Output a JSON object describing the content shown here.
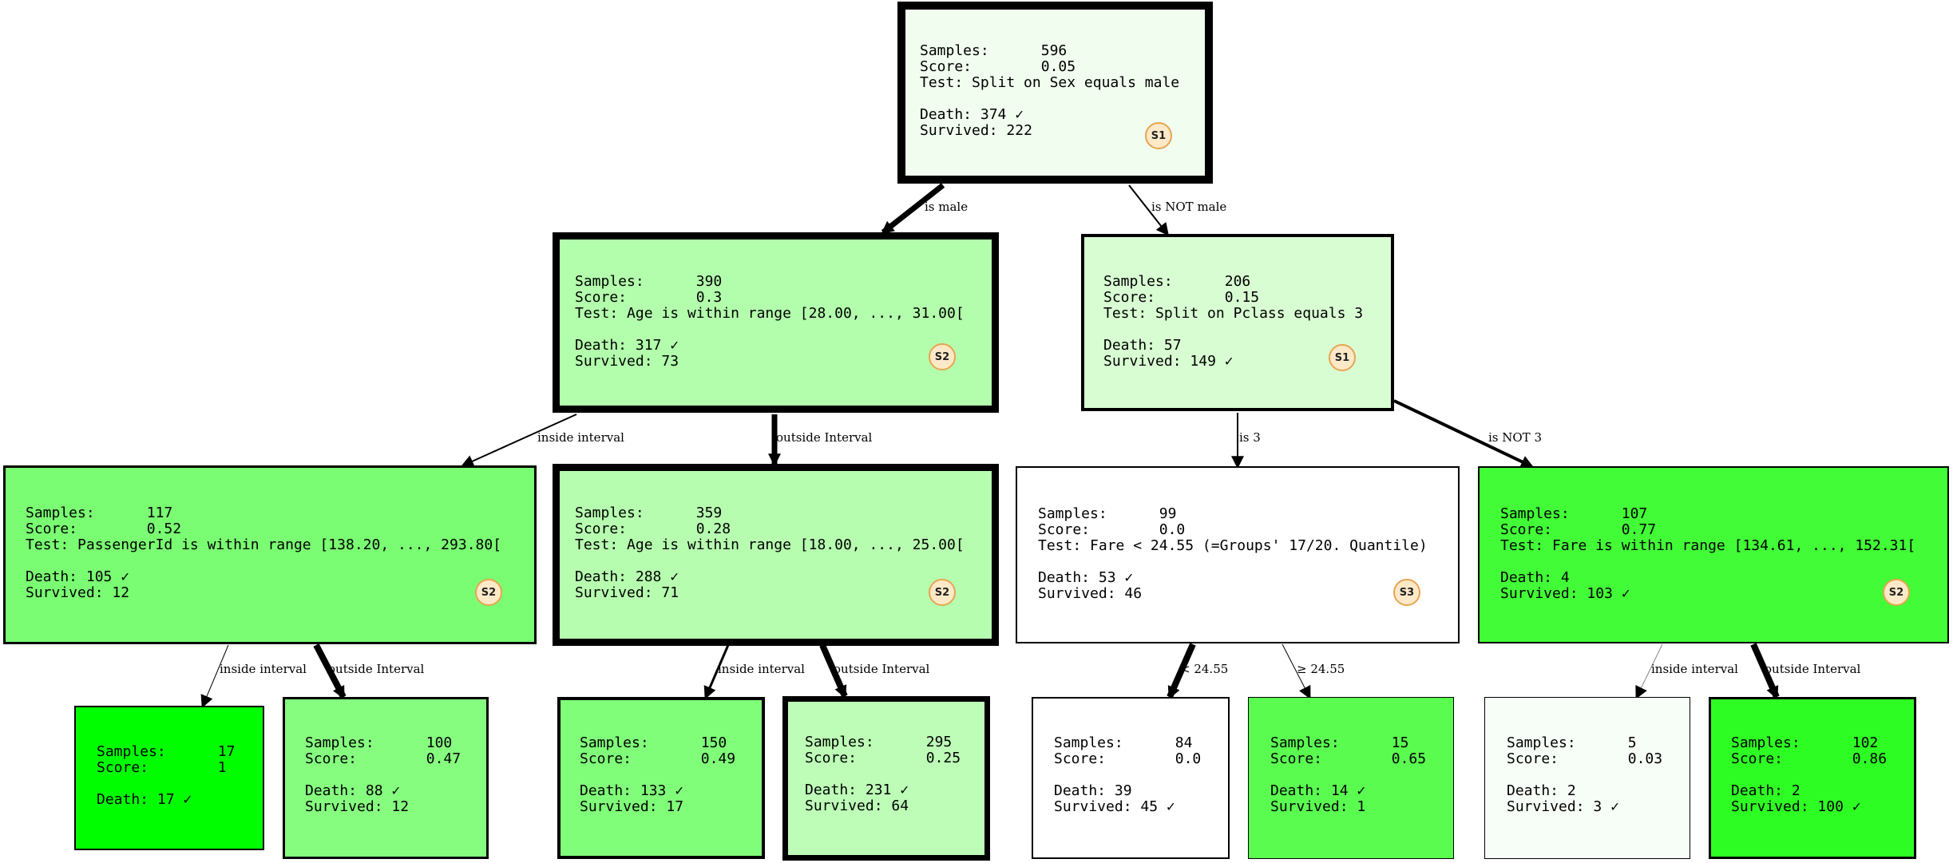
{
  "nodes": {
    "n1": {
      "samples": "596",
      "score": "0.05",
      "test": "Split on Sex equals male",
      "death": "374 ✓",
      "survived": "222",
      "badge": "S1",
      "fill": "#f1fdef"
    },
    "n2": {
      "samples": "390",
      "score": "0.3",
      "test": "Age is within range [28.00, ..., 31.00[",
      "death": "317 ✓",
      "survived": "73",
      "badge": "S2",
      "fill": "#b3feac"
    },
    "n3": {
      "samples": "206",
      "score": "0.15",
      "test": "Split on Pclass equals 3",
      "death": "57",
      "survived": "149 ✓",
      "badge": "S1",
      "fill": "#d9fdd3"
    },
    "n4": {
      "samples": "117",
      "score": "0.52",
      "test": "PassengerId is within range [138.20, ..., 293.80[",
      "death": "105 ✓",
      "survived": "12",
      "badge": "S2",
      "fill": "#7afd72"
    },
    "n5": {
      "samples": "359",
      "score": "0.28",
      "test": "Age is within range [18.00, ..., 25.00[",
      "death": "288 ✓",
      "survived": "71",
      "badge": "S2",
      "fill": "#b7fdb0"
    },
    "n6": {
      "samples": "99",
      "score": "0.0",
      "test": "Fare < 24.55 (=Groups' 17/20. Quantile)",
      "death": "53 ✓",
      "survived": "46",
      "badge": "S3",
      "fill": "#ffffff"
    },
    "n7": {
      "samples": "107",
      "score": "0.77",
      "test": "Fare is within range [134.61, ..., 152.31[",
      "death": "4",
      "survived": "103 ✓",
      "badge": "S2",
      "fill": "#41fc36"
    },
    "n8": {
      "samples": "17",
      "score": "1",
      "death": "17 ✓",
      "fill": "#00fe00"
    },
    "n9": {
      "samples": "100",
      "score": "0.47",
      "death": "88 ✓",
      "survived": "12",
      "fill": "#86fd7f"
    },
    "n10": {
      "samples": "150",
      "score": "0.49",
      "death": "133 ✓",
      "survived": "17",
      "fill": "#80fd79"
    },
    "n11": {
      "samples": "295",
      "score": "0.25",
      "death": "231 ✓",
      "survived": "64",
      "fill": "#bdfdb7"
    },
    "n12": {
      "samples": "84",
      "score": "0.0",
      "death": "39",
      "survived": "45 ✓",
      "fill": "#ffffff"
    },
    "n13": {
      "samples": "15",
      "score": "0.65",
      "death": "14 ✓",
      "survived": "1",
      "fill": "#5afc50"
    },
    "n14": {
      "samples": "5",
      "score": "0.03",
      "death": "2",
      "survived": "3 ✓",
      "fill": "#f7fdf7"
    },
    "n15": {
      "samples": "102",
      "score": "0.86",
      "death": "2",
      "survived": "100 ✓",
      "fill": "#2efd24"
    }
  },
  "labels": {
    "samples": "Samples:",
    "score": "Score:",
    "test": "Test:",
    "death": "Death:",
    "survived": "Survived:"
  },
  "edges": [
    {
      "label": "is male"
    },
    {
      "label": "is NOT male"
    },
    {
      "label": "inside interval"
    },
    {
      "label": "outside Interval"
    },
    {
      "label": "is 3"
    },
    {
      "label": "is NOT 3"
    },
    {
      "label": "inside interval"
    },
    {
      "label": "outside Interval"
    },
    {
      "label": "inside interval"
    },
    {
      "label": "outside Interval"
    },
    {
      "label": "< 24.55"
    },
    {
      "label": "≥ 24.55"
    },
    {
      "label": "inside interval"
    },
    {
      "label": "outside Interval"
    }
  ]
}
